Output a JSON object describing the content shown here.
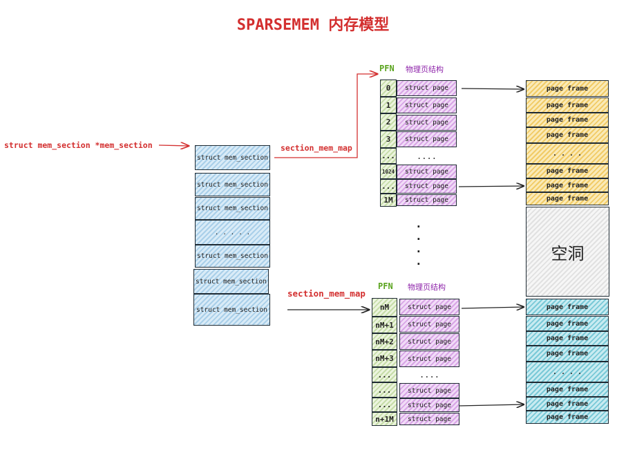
{
  "title": "SPARSEMEM 内存模型",
  "pointer_label": "struct mem_section *mem_section",
  "mem_section_items": [
    "struct mem_section",
    "struct mem_section",
    "struct mem_section",
    ". . . . .",
    "struct mem_section",
    "struct mem_section",
    "struct mem_section"
  ],
  "map_label_top": "section_mem_map",
  "map_label_bottom": "section_mem_map",
  "pfn_header": "PFN",
  "page_struct_header": "物理页结构",
  "top_pfns": [
    "0",
    "1",
    "2",
    "3",
    "...",
    "1024",
    "...",
    "1M"
  ],
  "top_pages": [
    "struct page",
    "struct page",
    "struct page",
    "struct page",
    "....",
    "struct page",
    "struct page",
    "struct page"
  ],
  "bottom_pfns": [
    "nM",
    "nM+1",
    "nM+2",
    "nM+3",
    "...",
    "...",
    "...",
    "n+1M"
  ],
  "bottom_pages": [
    "struct page",
    "struct page",
    "struct page",
    "struct page",
    "....",
    "struct page",
    "struct page",
    "struct page"
  ],
  "top_frames": [
    "page frame",
    "page frame",
    "page frame",
    "page frame",
    ". . . .",
    "page frame",
    "page frame",
    "page frame"
  ],
  "hole_label": "空洞",
  "bottom_frames": [
    "page frame",
    "page frame",
    "page frame",
    "page frame",
    ". . . .",
    "page frame",
    "page frame",
    "page frame"
  ],
  "middle_dots": "·",
  "colors": {
    "title": "#d32f2f",
    "pfn": "#5aa31e",
    "struct_page_header": "#8e24aa",
    "mem_section": "#a9cfe9",
    "struct_page": "#d8a5e6",
    "pfn_cell": "#c6dda8",
    "top_frames": "#f1cb66",
    "bottom_frames": "#79c9d7",
    "hole": "#e1e1e1"
  }
}
